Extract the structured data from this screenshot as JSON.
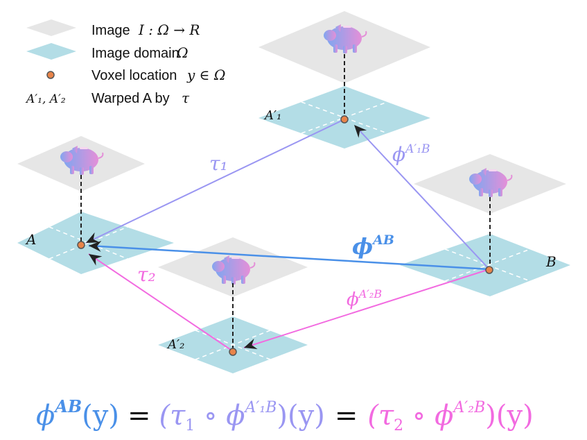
{
  "legend": {
    "image": {
      "label": "Image",
      "math": "I : Ω → R"
    },
    "domain": {
      "label": "Image domain",
      "math": "Ω"
    },
    "voxel": {
      "label": "Voxel location",
      "math": "y ∈ Ω"
    },
    "warped": {
      "symbol": "A′₁, A′₂",
      "label": "Warped A by",
      "math": "τ"
    }
  },
  "nodes": {
    "a": "A",
    "b": "B",
    "a1": "A′₁",
    "a2": "A′₂"
  },
  "edges": {
    "tau1": "τ₁",
    "tau2": "τ₂",
    "phi_ab": {
      "base": "ϕ",
      "sup": "AB"
    },
    "phi_a1b": {
      "base": "ϕ",
      "sup": "A′₁B"
    },
    "phi_a2b": {
      "base": "ϕ",
      "sup": "A′₂B"
    }
  },
  "equation": {
    "lhs": "ϕ",
    "lhs_sup": "AB",
    "lhs_arg": "(y)",
    "eq1": "=",
    "mid_open": "(τ",
    "mid_sub": "1",
    "mid_circ": " ∘ ϕ",
    "mid_sup": "A′₁B",
    "mid_close": ")(y)",
    "eq2": "=",
    "rhs_open": "(τ",
    "rhs_sub": "2",
    "rhs_circ": " ∘ ϕ",
    "rhs_sup": "A′₂B",
    "rhs_close": ")(y)"
  },
  "colors": {
    "image_plane": "#e6e6e6",
    "domain_plane": "#b3dde6",
    "voxel": "#e8844a",
    "tau1": "#9a96f2",
    "phi_ab": "#4a90e8",
    "tau2": "#f26ae0",
    "arrowhead": "#222222"
  },
  "icons": [
    "piggy-bank-icon"
  ]
}
